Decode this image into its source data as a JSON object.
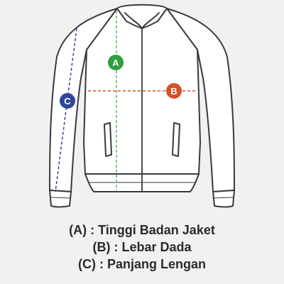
{
  "diagram": {
    "markers": [
      {
        "id": "A",
        "label": "A",
        "color": "#2e9e3f",
        "line_color": "#5cb85c"
      },
      {
        "id": "B",
        "label": "B",
        "color": "#d4512a",
        "line_color": "#d4512a"
      },
      {
        "id": "C",
        "label": "C",
        "color": "#2f4598",
        "line_color": "#2f4598"
      }
    ]
  },
  "legend": {
    "items": [
      "(A) : Tinggi Badan Jaket",
      "(B) : Lebar Dada",
      "(C) : Panjang Lengan"
    ]
  }
}
